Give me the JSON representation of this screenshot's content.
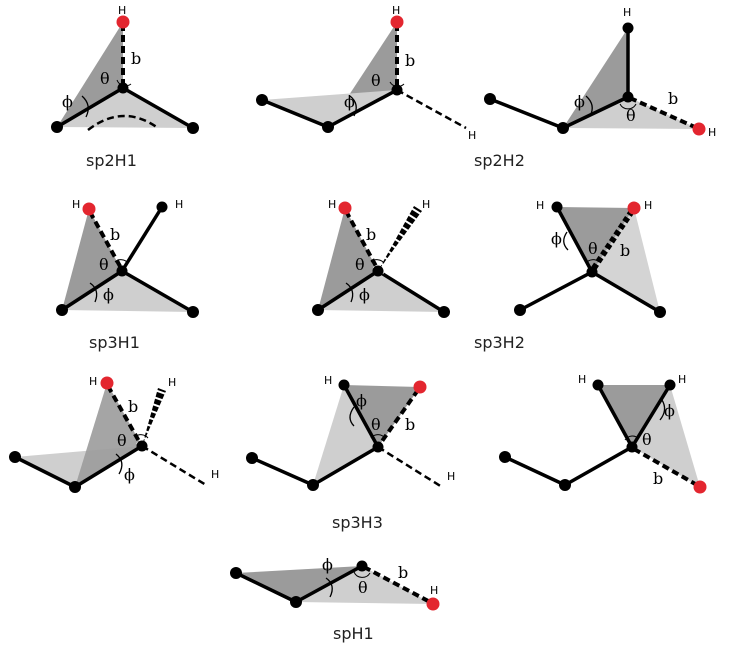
{
  "labels": {
    "h": "H",
    "b": "b",
    "theta": "θ",
    "phi": "ϕ"
  },
  "panels": [
    {
      "caption": "sp2H1"
    },
    {
      "caption": "sp2H2"
    },
    {
      "caption": "sp3H1"
    },
    {
      "caption": "sp3H2"
    },
    {
      "caption": "sp3H3"
    },
    {
      "caption": "spH1"
    }
  ],
  "colors": {
    "atom": "#000000",
    "target_h": "#e3262f",
    "plane_dark": "#9b9b9b",
    "plane_light": "#cfcfcf"
  }
}
